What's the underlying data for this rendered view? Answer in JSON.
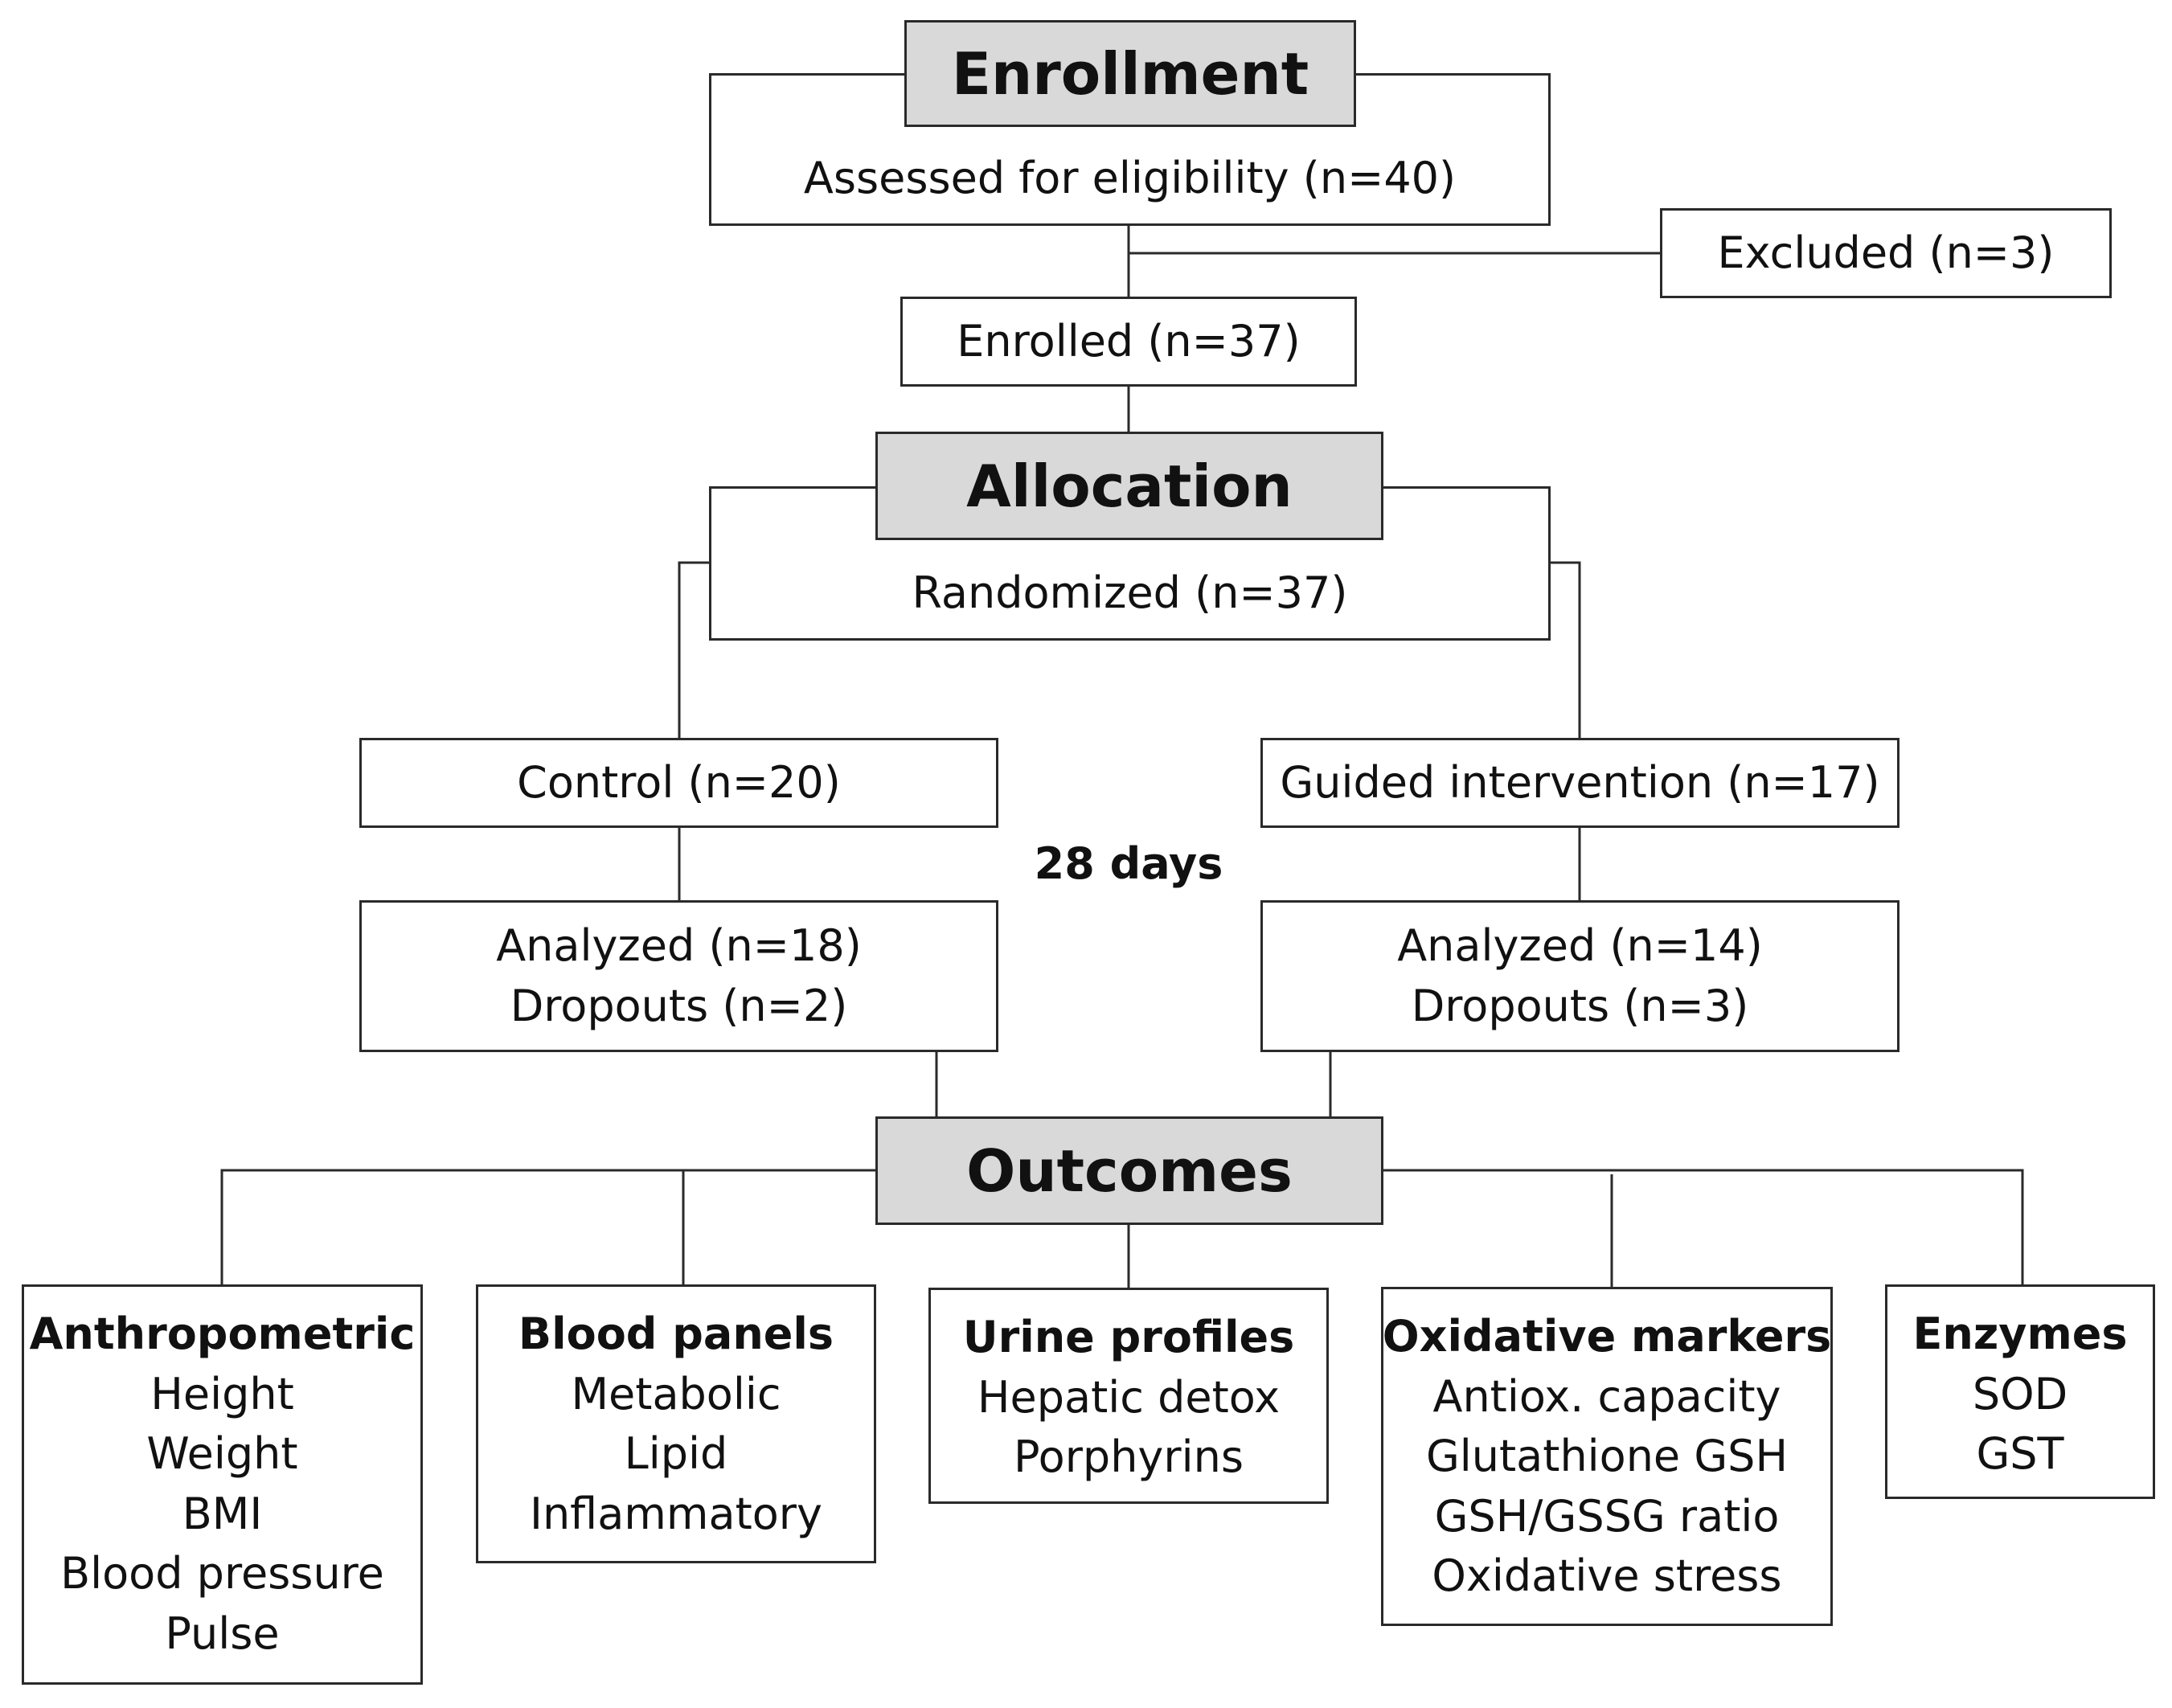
{
  "enrollment": {
    "header": "Enrollment",
    "assessed": "Assessed for eligibility (n=40)",
    "excluded": "Excluded (n=3)",
    "enrolled": "Enrolled (n=37)"
  },
  "allocation": {
    "header": "Allocation",
    "randomized": "Randomized (n=37)",
    "control": "Control (n=20)",
    "intervention": "Guided intervention (n=17)",
    "duration": "28 days",
    "control_analyzed": "Analyzed (n=18)",
    "control_dropouts": "Dropouts (n=2)",
    "intervention_analyzed": "Analyzed (n=14)",
    "intervention_dropouts": "Dropouts (n=3)"
  },
  "outcomes": {
    "header": "Outcomes",
    "groups": [
      {
        "title": "Anthropometric",
        "items": [
          "Height",
          "Weight",
          "BMI",
          "Blood pressure",
          "Pulse"
        ]
      },
      {
        "title": "Blood panels",
        "items": [
          "Metabolic",
          "Lipid",
          "Inflammatory"
        ]
      },
      {
        "title": "Urine profiles",
        "items": [
          "Hepatic detox",
          "Porphyrins"
        ]
      },
      {
        "title": "Oxidative markers",
        "items": [
          "Antiox. capacity",
          "Glutathione GSH",
          "GSH/GSSG ratio",
          "Oxidative stress"
        ]
      },
      {
        "title": "Enzymes",
        "items": [
          "SOD",
          "GST"
        ]
      }
    ]
  }
}
